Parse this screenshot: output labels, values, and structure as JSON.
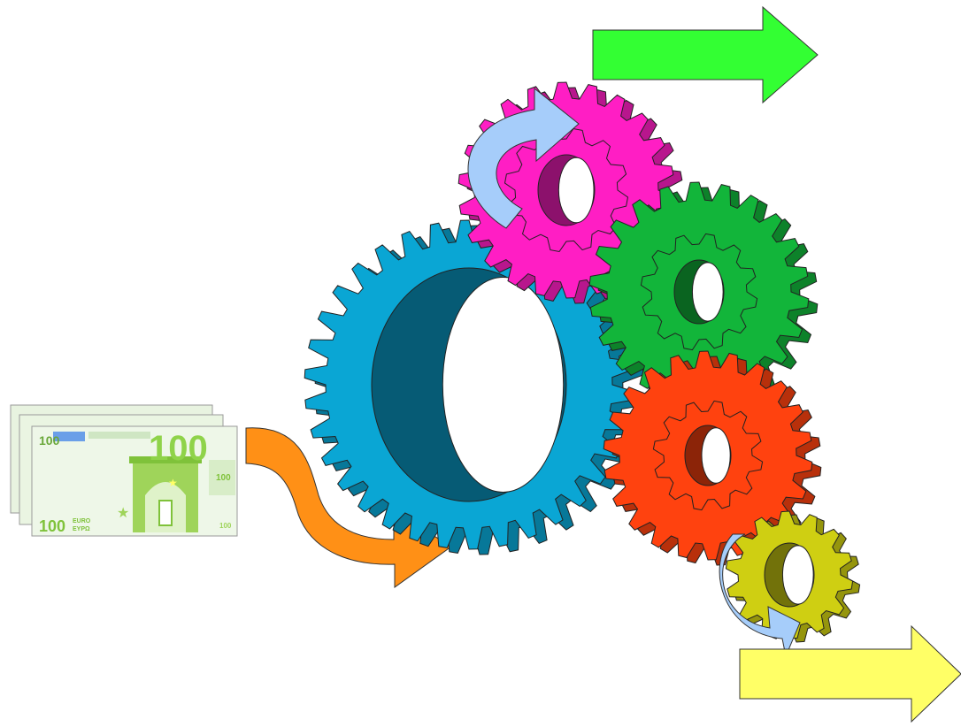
{
  "diagram": {
    "banknote": {
      "denomination": "100",
      "currency_label": "EURO",
      "currency_label_greek": "ΕΥΡΩ",
      "icon": "euro-banknote-icon"
    },
    "gears": [
      {
        "id": "blue",
        "color": "#0aa6d4",
        "icon": "gear-icon"
      },
      {
        "id": "pink",
        "color": "#ff1ec4",
        "icon": "gear-icon"
      },
      {
        "id": "green",
        "color": "#12b53a",
        "icon": "gear-icon"
      },
      {
        "id": "red",
        "color": "#ff420f",
        "icon": "gear-icon"
      },
      {
        "id": "yellow",
        "color": "#cfcf12",
        "icon": "gear-icon"
      }
    ],
    "arrows": [
      {
        "id": "input",
        "color": "#ff9016",
        "icon": "curved-arrow-icon"
      },
      {
        "id": "output-green",
        "color": "#33ff33",
        "icon": "right-arrow-icon"
      },
      {
        "id": "output-yellow",
        "color": "#ffff66",
        "icon": "right-arrow-icon"
      },
      {
        "id": "rotation-top",
        "color": "#a6cdfa",
        "icon": "rotation-arrow-icon"
      },
      {
        "id": "rotation-bottom",
        "color": "#a6cdfa",
        "icon": "rotation-arrow-icon"
      }
    ]
  }
}
